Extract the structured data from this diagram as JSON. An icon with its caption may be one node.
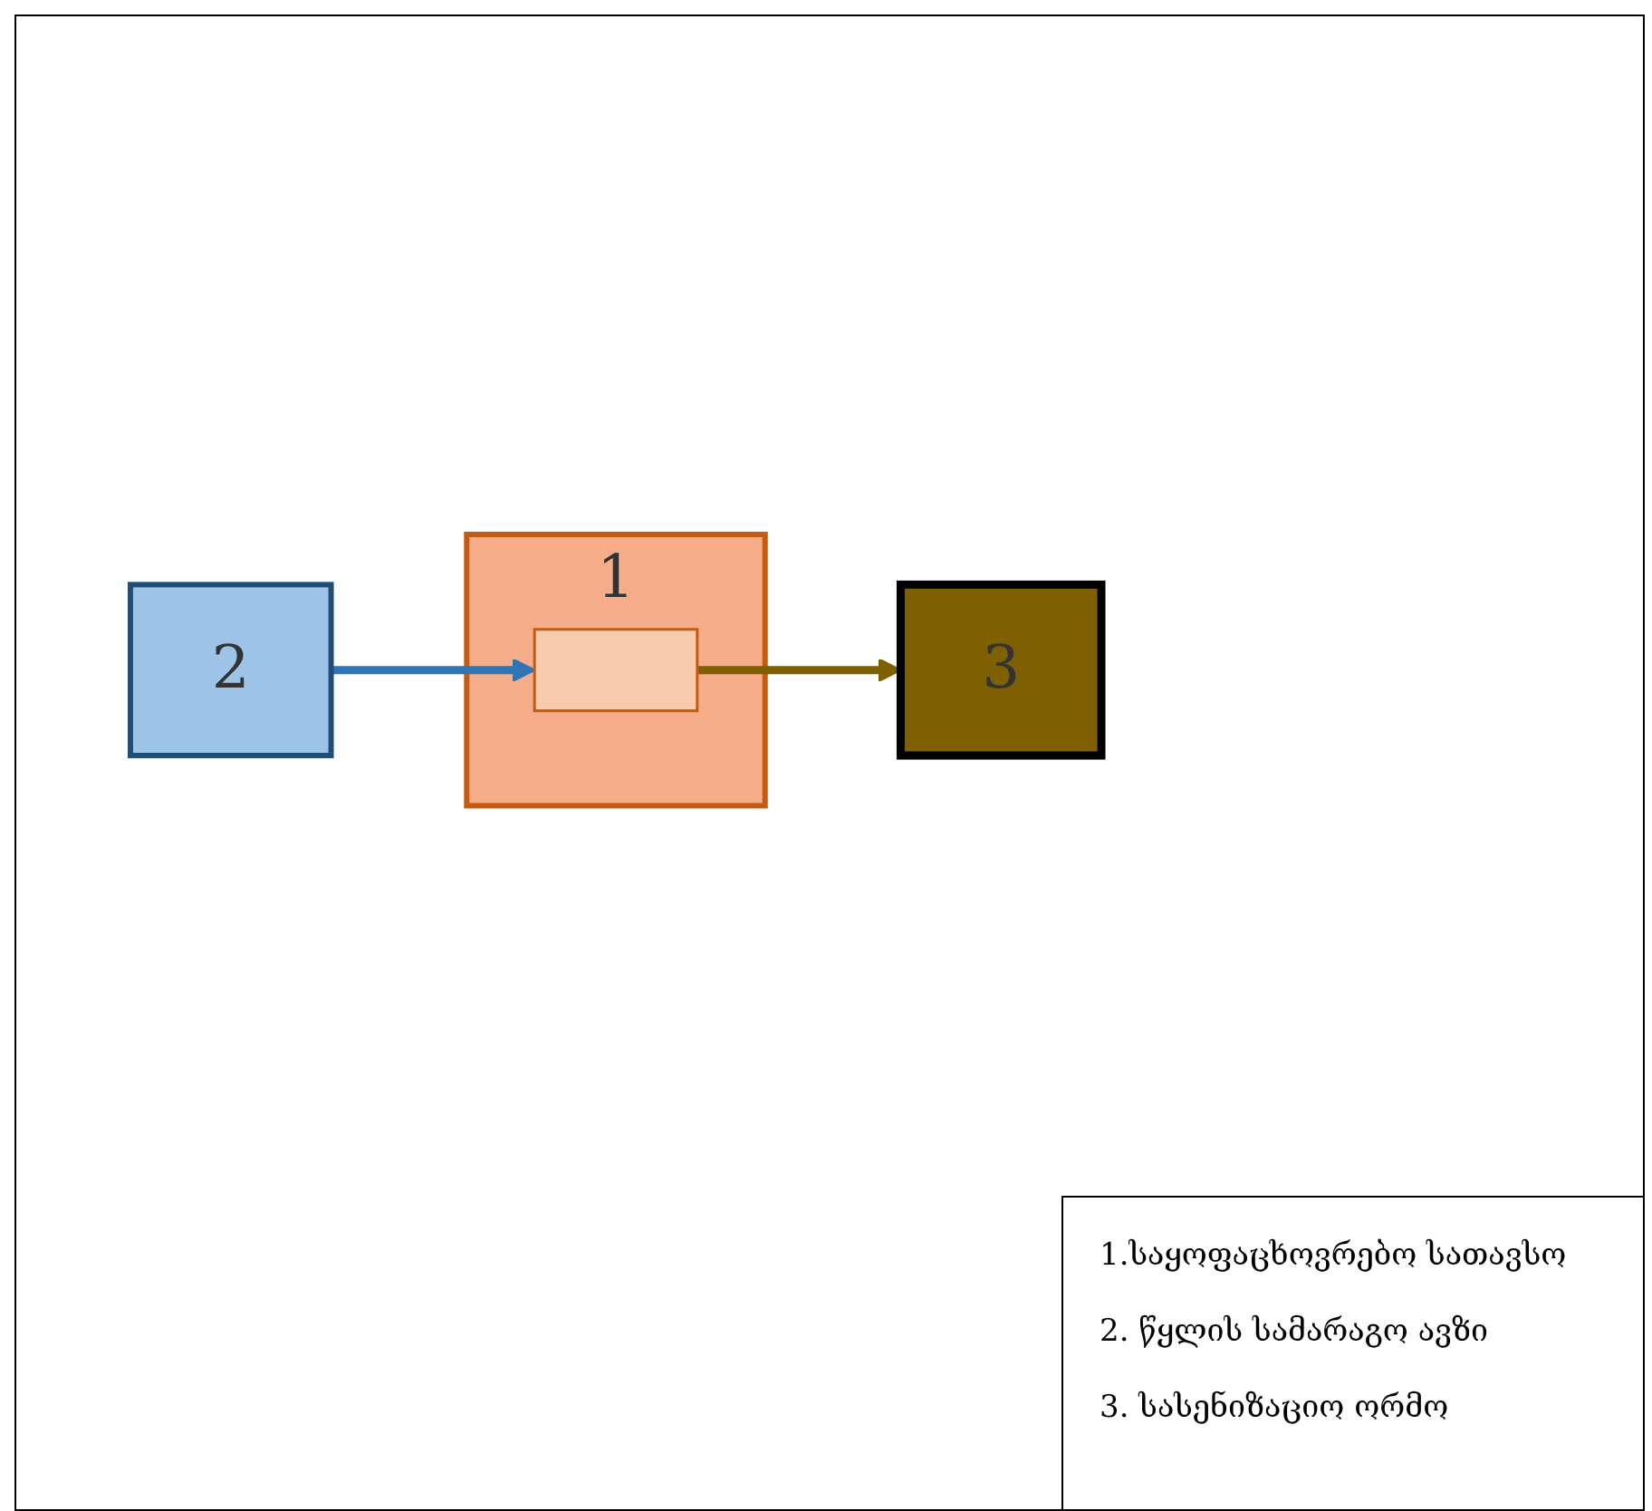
{
  "diagram": {
    "nodes": [
      {
        "text": [
          "1"
        ]
      },
      {
        "text": [],
        "shape": "box",
        "in": 0
      },
      {
        "text": [
          "2"
        ]
      },
      {
        "text": [
          "3"
        ]
      }
    ],
    "edges": [
      {
        "from": 2,
        "to": 1,
        "arrow": "to",
        "color": "#2e75b6"
      },
      {
        "from": 1,
        "to": 3,
        "arrow": "to",
        "color": "#7f6000"
      }
    ],
    "labels": [
      "1.საყოფაცხოვრებო სათავსო",
      "2. წყლის სამარაგო ავზი",
      "3. სასენიზაციო ორმო"
    ]
  }
}
